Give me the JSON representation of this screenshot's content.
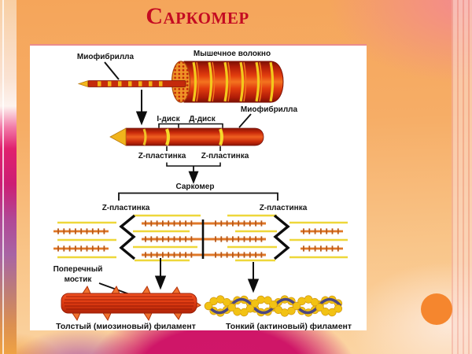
{
  "header": {
    "title": "Саркомер"
  },
  "diagram": {
    "labels": {
      "myofibril_top": "Миофибрилла",
      "muscle_fiber": "Мышечное волокно",
      "i_disk": "I-диск",
      "d_disk": "Д-диск",
      "myofibril_right": "Миофибрилла",
      "z_plate_upper_left": "Z-пластинка",
      "z_plate_upper_right": "Z-пластинка",
      "sarcomere_label": "Саркомер",
      "z_plate_lower_left": "Z-пластинка",
      "z_plate_lower_right": "Z-пластинка",
      "cross_bridge_line1": "Поперечный",
      "cross_bridge_line2": "мостик",
      "thick_filament_caption": "Толстый (миозиновый) филамент",
      "thin_filament_caption": "Тонкий (актиновый) филамент"
    },
    "colors": {
      "title_red": "#c40b22",
      "fiber_red": "#c8280e",
      "band_yellow": "#f3c91c",
      "thin_filament_yellow": "#eed73a",
      "thick_filament_orange": "#e07828",
      "z_line_black": "#0d0d0d",
      "actin_bead_yellow": "#f2c214",
      "actin_strand_blue": "#3a3a8e",
      "accent_circle_orange": "#f5862e"
    }
  }
}
